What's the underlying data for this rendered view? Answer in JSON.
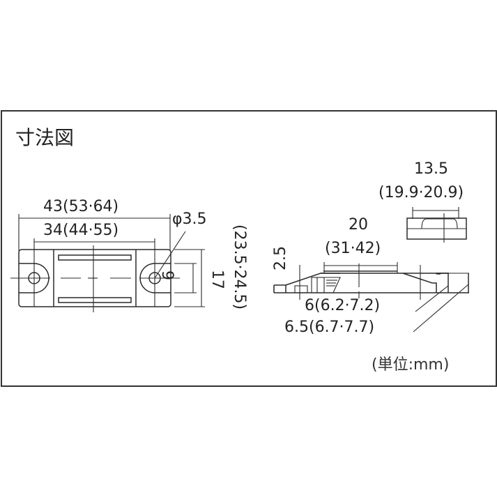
{
  "title": "寸法図",
  "unit_note": "(単位:mm)",
  "top_view": {
    "overall_length": "43(53·64)",
    "hole_pitch": "34(44·55)",
    "hole_diameter": "φ3.5",
    "slot_width": "9",
    "overall_width": "17",
    "overall_width_alt": "(23.5·24.5)"
  },
  "end_view": {
    "width_main": "13.5",
    "width_alt": "(19.9·20.9)"
  },
  "side_view": {
    "top_length_main": "20",
    "top_length_alt": "(31·42)",
    "base_height": "2.5",
    "height_1": "6(6.2·7.2)",
    "height_2": "6.5(6.7·7.7)"
  }
}
